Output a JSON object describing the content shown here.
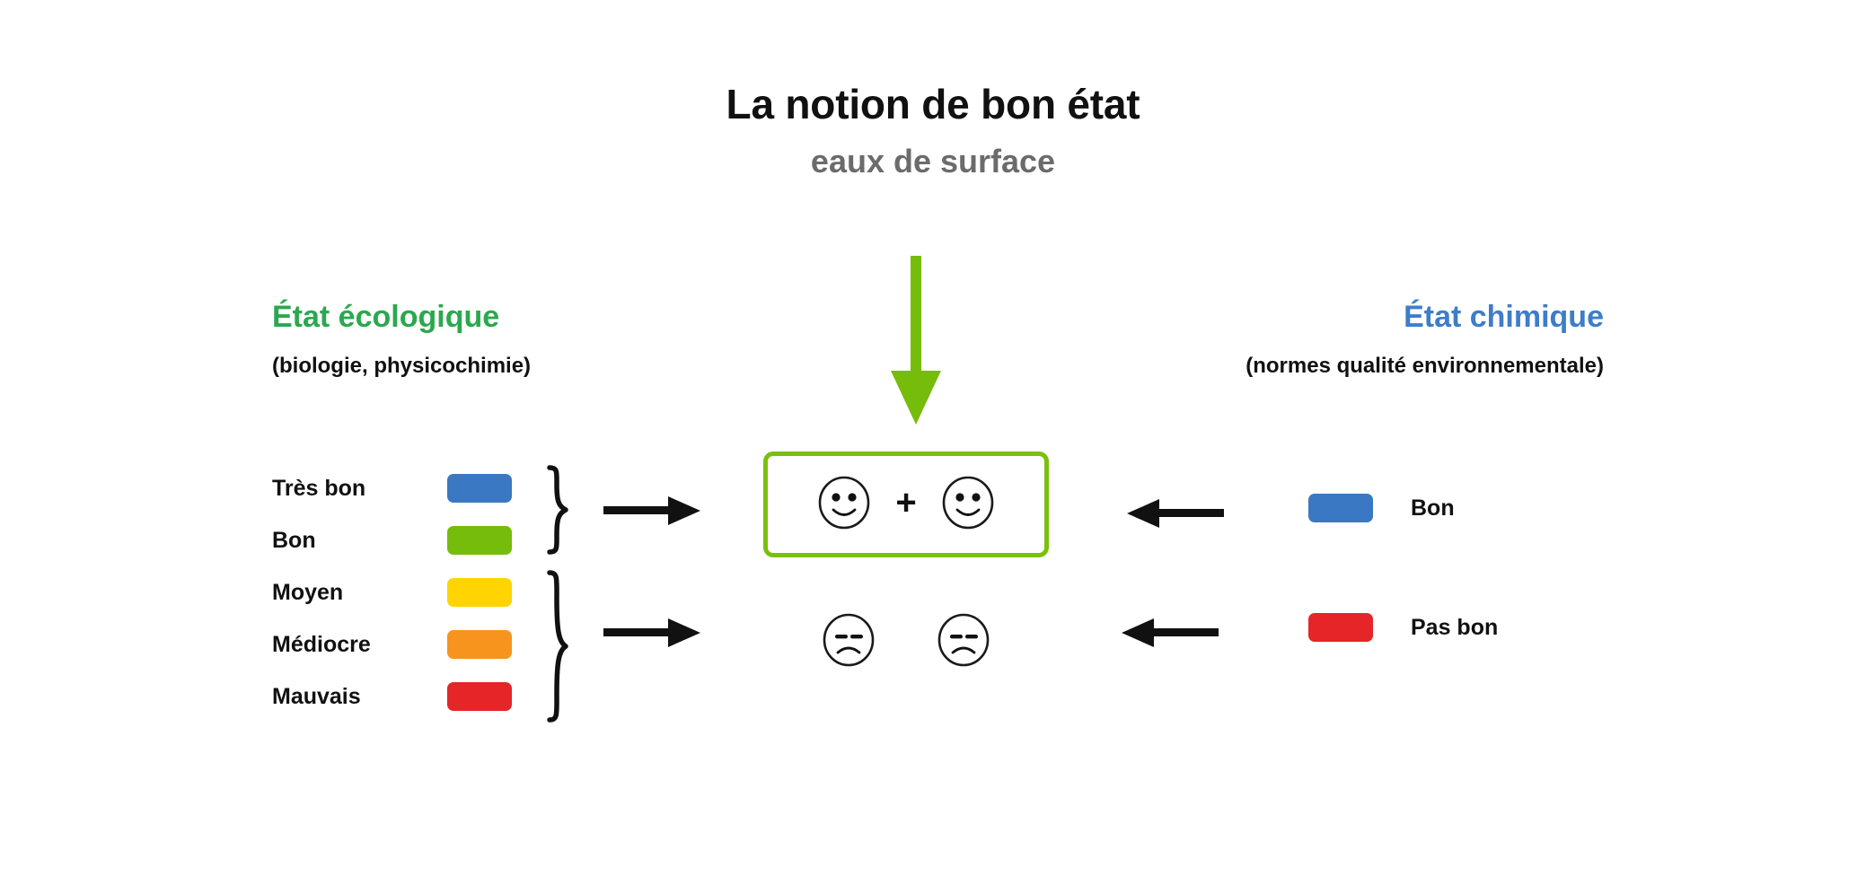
{
  "title": {
    "main": "La notion de bon état",
    "sub": "eaux de surface"
  },
  "colors": {
    "green_accent": "#2BA84F",
    "blue_accent": "#3E7DC8",
    "arrow_green": "#76BC0B",
    "box_border_green": "#7AC00C",
    "black": "#111111",
    "swatch_blue": "#3A78C3",
    "swatch_green": "#76BC0B",
    "swatch_yellow": "#FFD400",
    "swatch_orange": "#F7941E",
    "swatch_red": "#E52528"
  },
  "ecological": {
    "heading": "État écologique",
    "subheading": "(biologie, physicochimie)",
    "classes": [
      {
        "label": "Très bon",
        "color": "#3A78C3",
        "group": "good"
      },
      {
        "label": "Bon",
        "color": "#76BC0B",
        "group": "good"
      },
      {
        "label": "Moyen",
        "color": "#FFD400",
        "group": "bad"
      },
      {
        "label": "Médiocre",
        "color": "#F7941E",
        "group": "bad"
      },
      {
        "label": "Mauvais",
        "color": "#E52528",
        "group": "bad"
      }
    ]
  },
  "chemical": {
    "heading": "État chimique",
    "subheading": "(normes qualité environnementale)",
    "classes": [
      {
        "label": "Bon",
        "color": "#3A78C3",
        "group": "good"
      },
      {
        "label": "Pas bon",
        "color": "#E52528",
        "group": "bad"
      }
    ]
  },
  "result": {
    "good": {
      "left_face": "smiley-happy-icon",
      "operator": "+",
      "right_face": "smiley-happy-icon"
    },
    "bad": {
      "left_face": "smiley-sad-icon",
      "right_face": "smiley-sad-icon"
    }
  },
  "icons": {
    "arrow_down_green": "arrow-down-icon",
    "arrow_right": "arrow-right-icon",
    "arrow_left": "arrow-left-icon",
    "brace_good": "curly-brace-icon",
    "brace_bad": "curly-brace-icon"
  }
}
